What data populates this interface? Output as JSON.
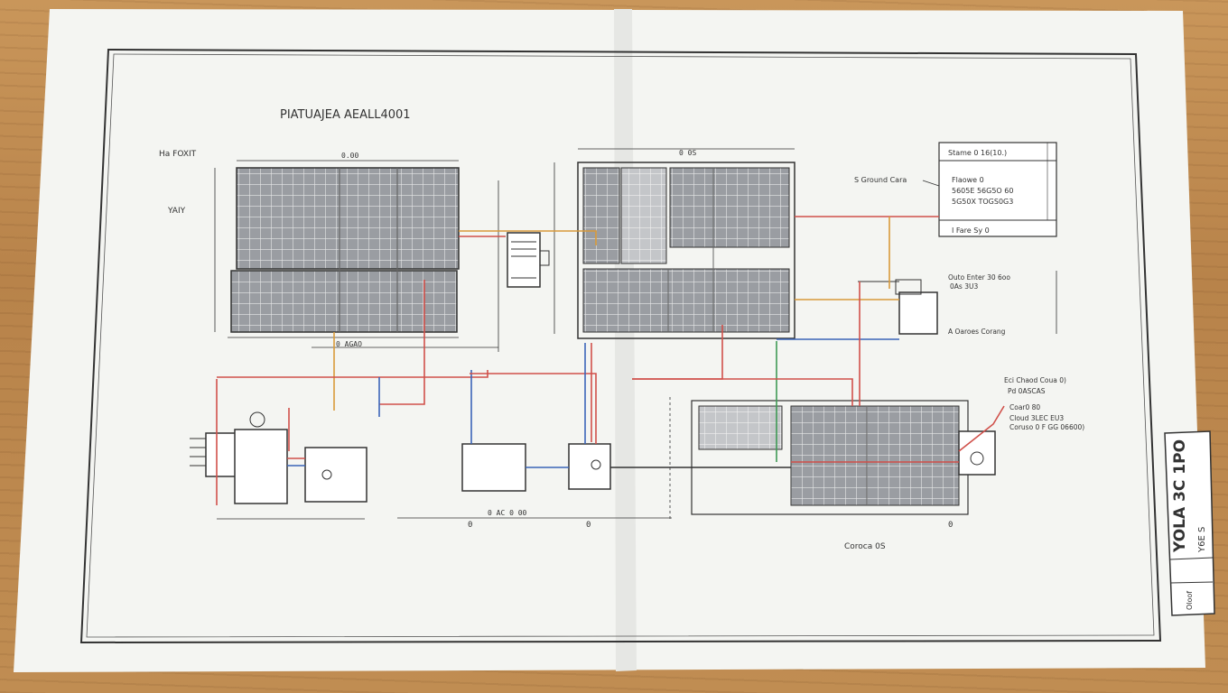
{
  "drawing": {
    "title": "PIATUAJEA AEALL4001",
    "left_header": "Ha FOXIT",
    "left_side_label": "YAIY",
    "panel_top_dim": "0.00",
    "panel_bottom_dim": "0 AGAO",
    "center_top_dim": "0 0S",
    "note_ground": "S Ground Cara",
    "table": {
      "header": "Stame 0 16(10.)",
      "rows": [
        "Flaowe 0",
        "5605E  56G5O 60",
        "5G50X  TOGS0G3"
      ],
      "footer": "I Fare Sy 0"
    },
    "right_labels": {
      "inverter_a": "Outo Enter 30 6oo",
      "inverter_a_sub": "0As 3U3",
      "inverter_b": "A Oaroes Corang",
      "legend_top": "Eci Chaod Coua 0)",
      "legend_sub": "Pd 0ASCAS",
      "legend_3": "Coar0 80",
      "legend_4": "Cloud 3LEC EU3",
      "legend_5": "Coruso 0 F GG 06600)"
    },
    "bottom_labels": {
      "center_a": "0 AC  0 00",
      "center_b": "Coroca 0S",
      "marks": [
        "0",
        "0",
        "0"
      ]
    },
    "title_block": {
      "main": "YOLA 3C 1PO",
      "sub": "Y6E S",
      "small": "Oloof"
    }
  },
  "colors": {
    "paper": "#f4f5f2",
    "line": "#333333",
    "panel": "#8e9196",
    "wire_red": "#d0504a",
    "wire_blue": "#3a64b8",
    "wire_orange": "#d89a3a",
    "wire_green": "#3f9a55"
  }
}
